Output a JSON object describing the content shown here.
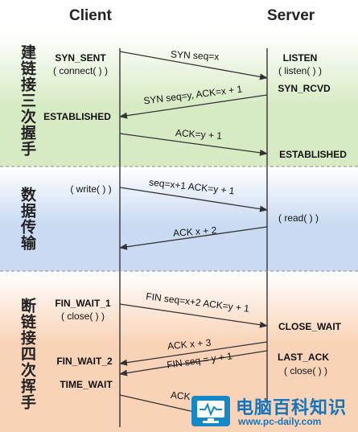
{
  "headers": {
    "client": "Client",
    "server": "Server"
  },
  "phases": [
    {
      "title": "建链接三次握手"
    },
    {
      "title": "数据传输"
    },
    {
      "title": "断链接四次挥手"
    }
  ],
  "client_states": [
    {
      "name": "SYN_SENT",
      "detail": "( connect( ) )"
    },
    {
      "name": "ESTABLISHED",
      "detail": ""
    },
    {
      "name": "",
      "detail": "( write( ) )"
    },
    {
      "name": "FIN_WAIT_1",
      "detail": "( close( ) )"
    },
    {
      "name": "FIN_WAIT_2",
      "detail": ""
    },
    {
      "name": "TIME_WAIT",
      "detail": ""
    }
  ],
  "server_states": [
    {
      "name": "LISTEN",
      "detail": "( listen( ) )"
    },
    {
      "name": "SYN_RCVD",
      "detail": ""
    },
    {
      "name": "ESTABLISHED",
      "detail": ""
    },
    {
      "name": "",
      "detail": "( read( ) )"
    },
    {
      "name": "CLOSE_WAIT",
      "detail": ""
    },
    {
      "name": "LAST_ACK",
      "detail": "( close( ) )"
    }
  ],
  "messages": [
    {
      "label": "SYN seq=x",
      "direction": "client-to-server"
    },
    {
      "label": "SYN seq=y, ACK=x + 1",
      "direction": "server-to-client"
    },
    {
      "label": "ACK=y + 1",
      "direction": "client-to-server"
    },
    {
      "label": "seq=x+1 ACK=y + 1",
      "direction": "client-to-server"
    },
    {
      "label": "ACK x + 2",
      "direction": "server-to-client"
    },
    {
      "label": "FIN seq=x+2 ACK=y + 1",
      "direction": "client-to-server"
    },
    {
      "label": "ACK x + 3",
      "direction": "server-to-client"
    },
    {
      "label": "FIN seq = y + 1",
      "direction": "server-to-client"
    },
    {
      "label": "ACK",
      "direction": "client-to-server"
    }
  ],
  "watermark": {
    "brand": "电脑百科知识",
    "url": "www.pc-daily.com"
  },
  "colors": {
    "band_green": "#d6eac3",
    "band_blue": "#c9daf2",
    "band_orange": "#f8d3b7",
    "line": "#333333",
    "brand": "#1475bd"
  }
}
